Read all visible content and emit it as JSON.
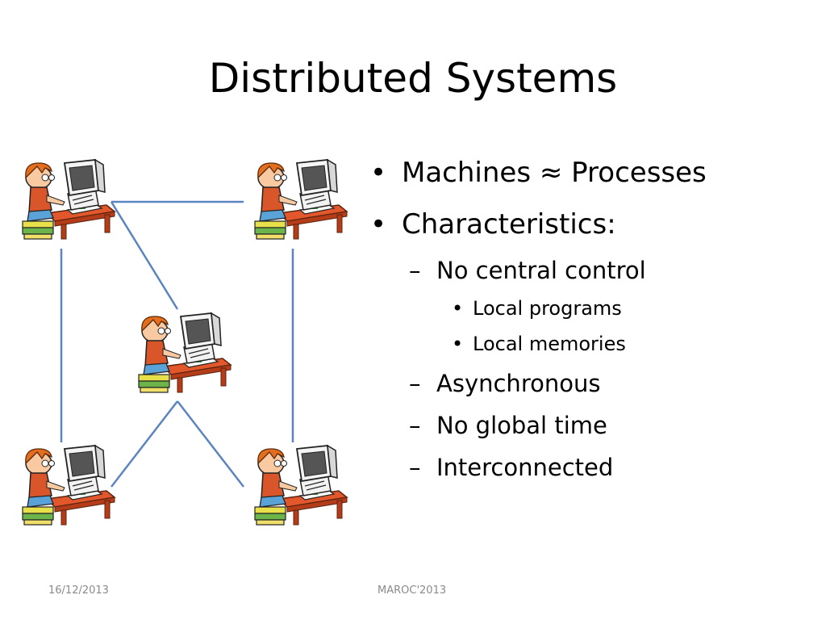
{
  "slide": {
    "title": "Distributed Systems"
  },
  "bullets": [
    {
      "level": 1,
      "marker": "•",
      "text": "Machines ≈ Processes"
    },
    {
      "level": 1,
      "marker": "•",
      "text": "Characteristics:"
    },
    {
      "level": 2,
      "marker": "–",
      "text": "No central control"
    },
    {
      "level": 3,
      "marker": "•",
      "text": "Local programs"
    },
    {
      "level": 3,
      "marker": "•",
      "text": "Local memories"
    },
    {
      "level": 2,
      "marker": "–",
      "text": "Asynchronous"
    },
    {
      "level": 2,
      "marker": "–",
      "text": "No global time"
    },
    {
      "level": 2,
      "marker": "–",
      "text": "Interconnected"
    }
  ],
  "footer": {
    "date": "16/12/2013",
    "center": "MAROC'2013"
  },
  "diagram": {
    "node_icon": "person-at-computer-icon",
    "link_color": "#5b84c0",
    "nodes": [
      "top-left",
      "top-right",
      "center",
      "bottom-left",
      "bottom-right"
    ]
  }
}
